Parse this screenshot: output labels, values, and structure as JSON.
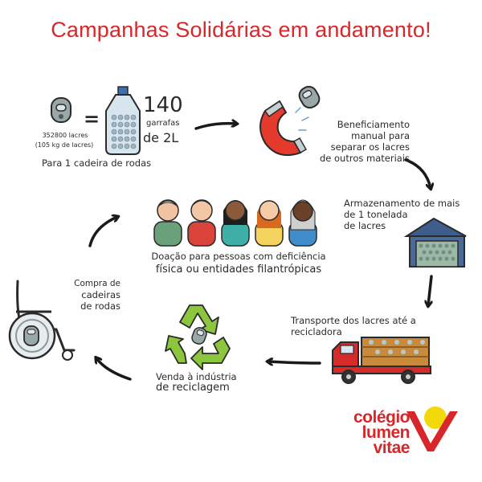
{
  "title": "Campanhas Solidárias em andamento!",
  "equation": {
    "tabs_count": "352800 lacres",
    "tabs_weight": "(105 kg de lacres)",
    "equals": "=",
    "bottles_number": "140",
    "bottles_line1": "garrafas",
    "bottles_line2": "de 2L",
    "caption": "Para 1 cadeira de rodas"
  },
  "steps": {
    "beneficiamento": [
      "Beneficiamento",
      "manual para",
      "separar os lacres",
      "de outros materiais"
    ],
    "armazenamento": [
      "Armazenamento de mais",
      "de 1 tonelada",
      "de lacres"
    ],
    "transporte": [
      "Transporte dos lacres até a",
      "recicladora"
    ],
    "venda": [
      "Venda à indústria",
      "de reciclagem"
    ],
    "compra": [
      "Compra de",
      "cadeiras",
      "de rodas"
    ],
    "doacao": [
      "Doação para pessoas com deficiência",
      "física ou entidades filantrópicas"
    ]
  },
  "logo": [
    "colégio",
    "lumen",
    "vitae"
  ],
  "colors": {
    "brand_red": "#d7272b",
    "recycle_green": "#8cc63f",
    "logo_yellow": "#f4d90a",
    "truck_red": "#d62b2b"
  }
}
